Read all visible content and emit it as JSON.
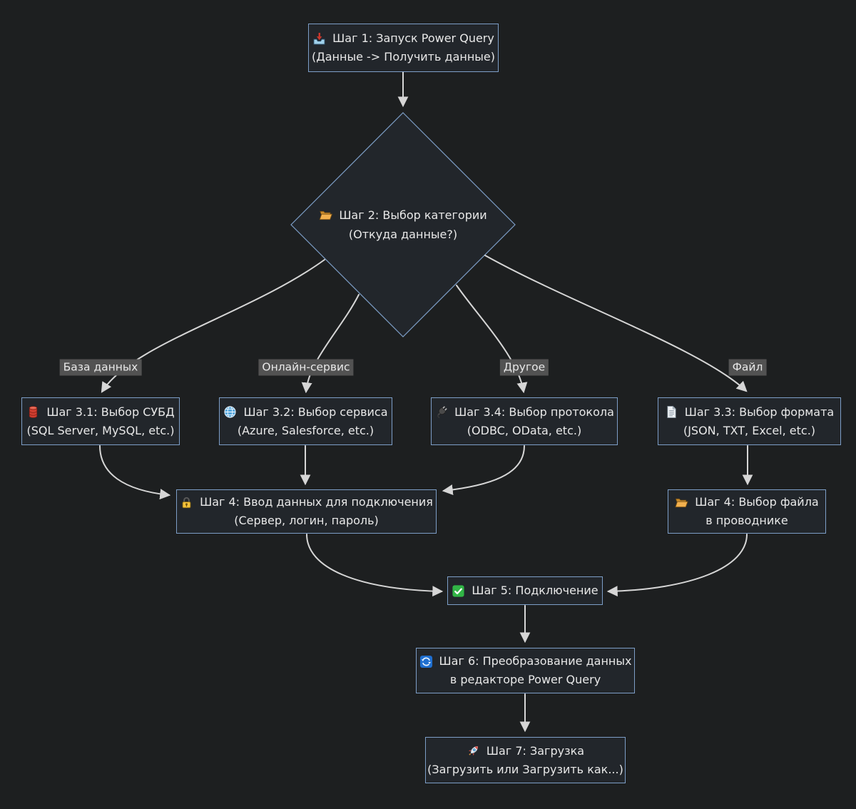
{
  "nodes": {
    "step1": {
      "icon": "inbox-tray-icon",
      "line1": "Шаг 1: Запуск Power Query",
      "line2": "(Данные -> Получить данные)"
    },
    "step2": {
      "icon": "open-folder-icon",
      "line1": "Шаг 2: Выбор категории",
      "line2": "(Откуда данные?)"
    },
    "step3_1": {
      "icon": "database-icon",
      "line1": "Шаг 3.1: Выбор СУБД",
      "line2": "(SQL Server, MySQL, etc.)"
    },
    "step3_2": {
      "icon": "globe-icon",
      "line1": "Шаг 3.2: Выбор сервиса",
      "line2": "(Azure, Salesforce, etc.)"
    },
    "step3_4": {
      "icon": "plug-icon",
      "line1": "Шаг 3.4: Выбор протокола",
      "line2": "(ODBC, OData, etc.)"
    },
    "step3_3": {
      "icon": "document-icon",
      "line1": "Шаг 3.3: Выбор формата",
      "line2": "(JSON, TXT, Excel, etc.)"
    },
    "step4_connect": {
      "icon": "lock-icon",
      "line1": "Шаг 4: Ввод данных для подключения",
      "line2": "(Сервер, логин, пароль)"
    },
    "step4_file": {
      "icon": "open-folder-icon",
      "line1": "Шаг 4: Выбор файла",
      "line2": "в проводнике"
    },
    "step5": {
      "icon": "check-icon",
      "line1": "Шаг 5: Подключение"
    },
    "step6": {
      "icon": "refresh-icon",
      "line1": "Шаг 6: Преобразование данных",
      "line2": "в редакторе Power Query"
    },
    "step7": {
      "icon": "rocket-icon",
      "line1": "Шаг 7: Загрузка",
      "line2": "(Загрузить или Загрузить как...)"
    }
  },
  "edge_labels": {
    "database": "База данных",
    "online_service": "Онлайн-сервис",
    "other": "Другое",
    "file": "Файл"
  },
  "colors": {
    "background": "#1d1f20",
    "node_fill": "#22262b",
    "node_border": "#7d9ec7",
    "edge": "#d6d6d6",
    "edge_label_bg": "#525252",
    "text": "#e8e8e8"
  }
}
